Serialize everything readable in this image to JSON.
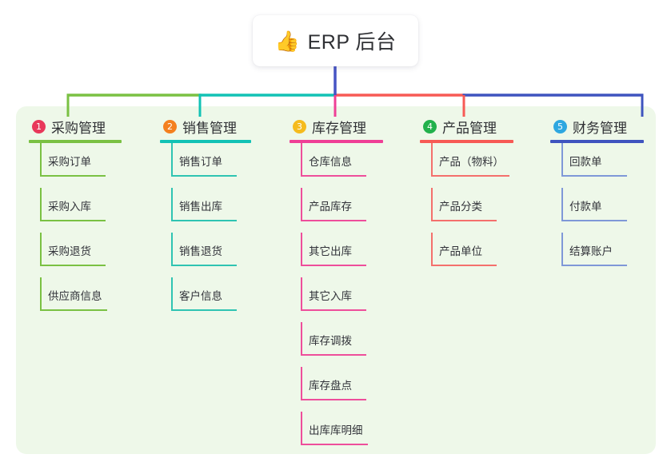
{
  "diagram": {
    "title": "ERP 后台",
    "type": "mindmap",
    "root": {
      "icon": "thumbs-up-icon",
      "emoji": "👍",
      "label": "ERP 后台"
    },
    "panel_color": "#eef8e9",
    "background_color": "#ffffff",
    "branches": [
      {
        "number": "1",
        "label": "采购管理",
        "badge_color": "#e8385a",
        "line_color": "#7ac143",
        "rule_color": "#7ac143",
        "connector_color": "#7ac143",
        "items": [
          {
            "label": "采购订单"
          },
          {
            "label": "采购入库"
          },
          {
            "label": "采购退货"
          },
          {
            "label": "供应商信息"
          }
        ]
      },
      {
        "number": "2",
        "label": "销售管理",
        "badge_color": "#f4801f",
        "line_color": "#2fc4b2",
        "rule_color": "#12c2b5",
        "connector_color": "#12c2b5",
        "items": [
          {
            "label": "销售订单"
          },
          {
            "label": "销售出库"
          },
          {
            "label": "销售退货"
          },
          {
            "label": "客户信息"
          }
        ]
      },
      {
        "number": "3",
        "label": "库存管理",
        "badge_color": "#f5bb1d",
        "line_color": "#ee4e9b",
        "rule_color": "#ef3f96",
        "connector_color": "#ef3f96",
        "items": [
          {
            "label": "仓库信息"
          },
          {
            "label": "产品库存"
          },
          {
            "label": "其它出库"
          },
          {
            "label": "其它入库"
          },
          {
            "label": "库存调拨"
          },
          {
            "label": "库存盘点"
          },
          {
            "label": "出库库明细"
          }
        ]
      },
      {
        "number": "4",
        "label": "产品管理",
        "badge_color": "#22b14c",
        "line_color": "#f4706c",
        "rule_color": "#f75a55",
        "connector_color": "#f75a55",
        "items": [
          {
            "label": "产品（物料）"
          },
          {
            "label": "产品分类"
          },
          {
            "label": "产品单位"
          }
        ]
      },
      {
        "number": "5",
        "label": "财务管理",
        "badge_color": "#2ea7e0",
        "line_color": "#7f98d8",
        "rule_color": "#3f54bf",
        "connector_color": "#3f54bf",
        "items": [
          {
            "label": "回款单"
          },
          {
            "label": "付款单"
          },
          {
            "label": "结算账户"
          }
        ]
      }
    ],
    "trunk_color": "#4754c4"
  }
}
